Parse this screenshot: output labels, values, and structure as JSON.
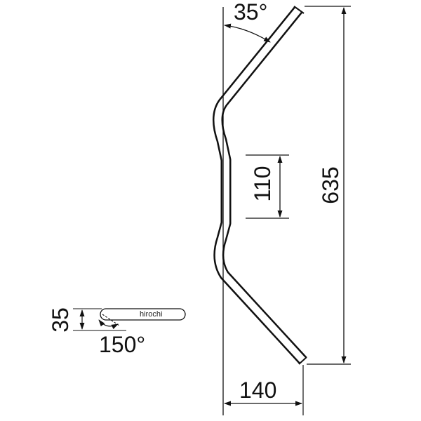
{
  "labels": {
    "bend_angle": "35°",
    "rise": "110",
    "height": "635",
    "pullback": "140",
    "end_rise": "35",
    "end_angle": "150°"
  },
  "watermark": "hirochi",
  "colors": {
    "line": "#111111",
    "background": "#ffffff"
  }
}
